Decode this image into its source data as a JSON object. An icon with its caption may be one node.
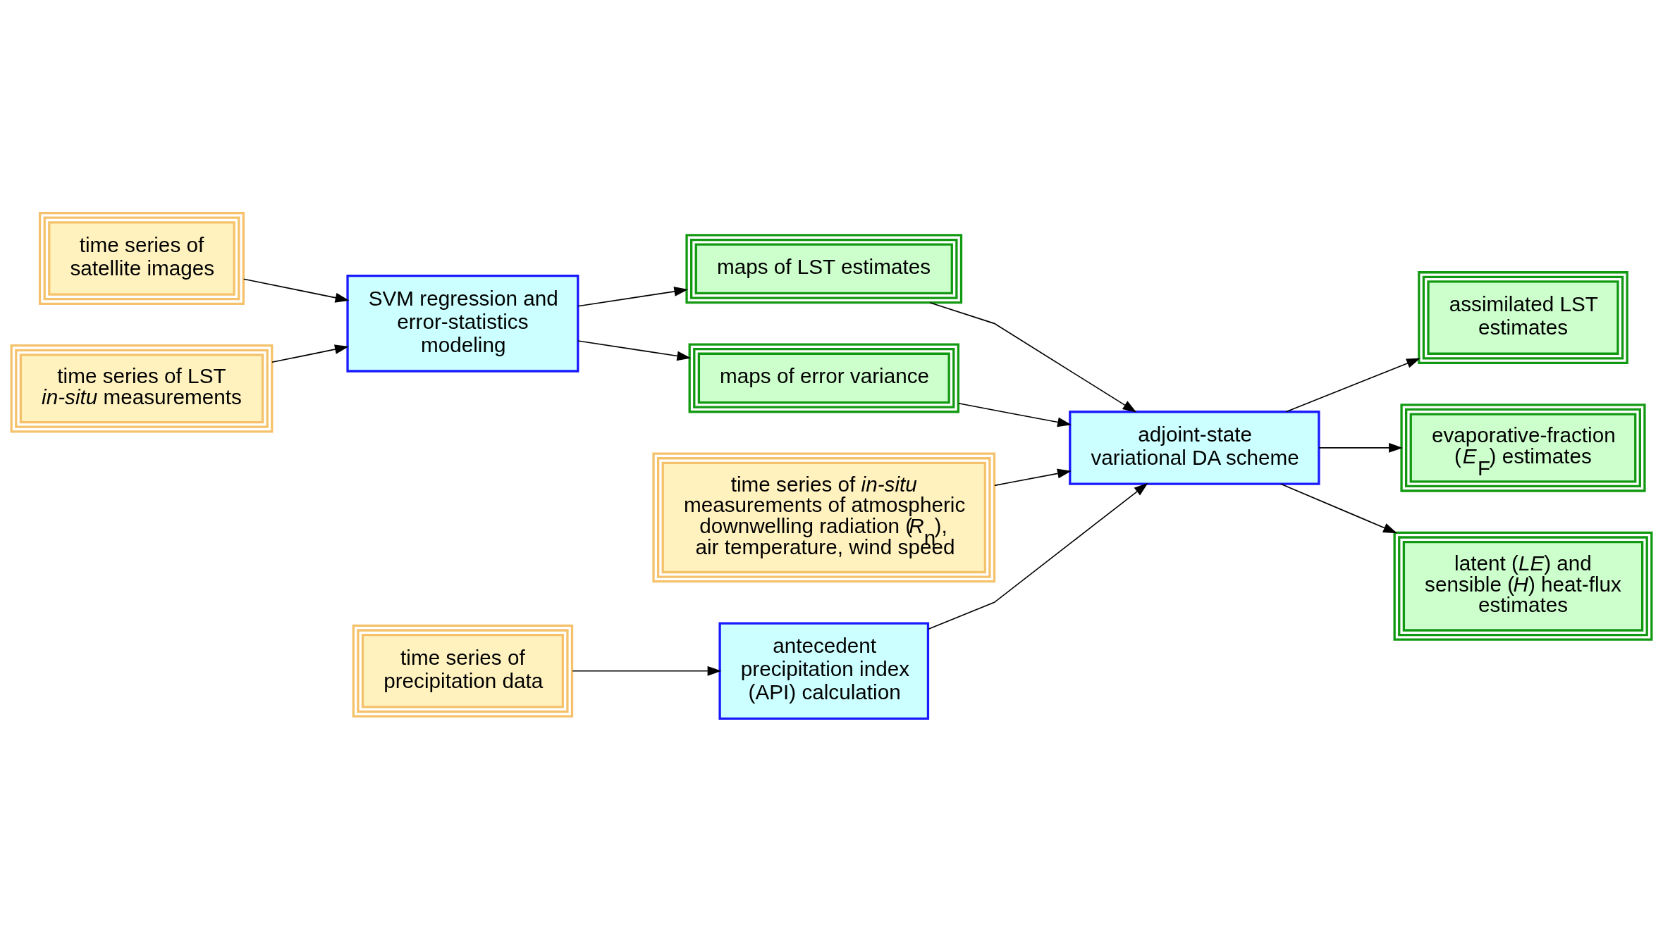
{
  "diagram": {
    "nodes": [
      {
        "text": [
          "time series of satellite images"
        ]
      },
      {
        "text": [
          "time series of LST *in-situ* measurements"
        ]
      },
      {
        "text": [
          "SVM regression and error-statistics modeling"
        ]
      },
      {
        "text": [
          "maps of LST estimates"
        ]
      },
      {
        "text": [
          "maps of error variance"
        ]
      },
      {
        "text": [
          "time series of *in-situ* measurements of atmospheric downwelling radiation (*R*$_{n}$), air temperature, wind speed"
        ]
      },
      {
        "text": [
          "adjoint-state variational DA scheme"
        ]
      },
      {
        "text": [
          "time series of precipitation data"
        ]
      },
      {
        "text": [
          "antecedent precipitation index (API) calculation"
        ]
      },
      {
        "text": [
          "assimilated LST estimates"
        ]
      },
      {
        "text": [
          "evaporative-fraction (*E*$_{F}$) estimates"
        ]
      },
      {
        "text": [
          "latent (*LE*) and sensible (*H*) heat-flux estimates"
        ]
      }
    ],
    "edges": [
      {
        "from": 0,
        "to": 2,
        "arrow": "to"
      },
      {
        "from": 1,
        "to": 2,
        "arrow": "to"
      },
      {
        "from": 2,
        "to": 3,
        "arrow": "to"
      },
      {
        "from": 2,
        "to": 4,
        "arrow": "to"
      },
      {
        "from": 3,
        "to": 6,
        "arrow": "to"
      },
      {
        "from": 4,
        "to": 6,
        "arrow": "to"
      },
      {
        "from": 5,
        "to": 6,
        "arrow": "to"
      },
      {
        "from": 7,
        "to": 8,
        "arrow": "to"
      },
      {
        "from": 8,
        "to": 6,
        "arrow": "to"
      },
      {
        "from": 6,
        "to": 9,
        "arrow": "to"
      },
      {
        "from": 6,
        "to": 10,
        "arrow": "to"
      },
      {
        "from": 6,
        "to": 11,
        "arrow": "to"
      }
    ]
  }
}
